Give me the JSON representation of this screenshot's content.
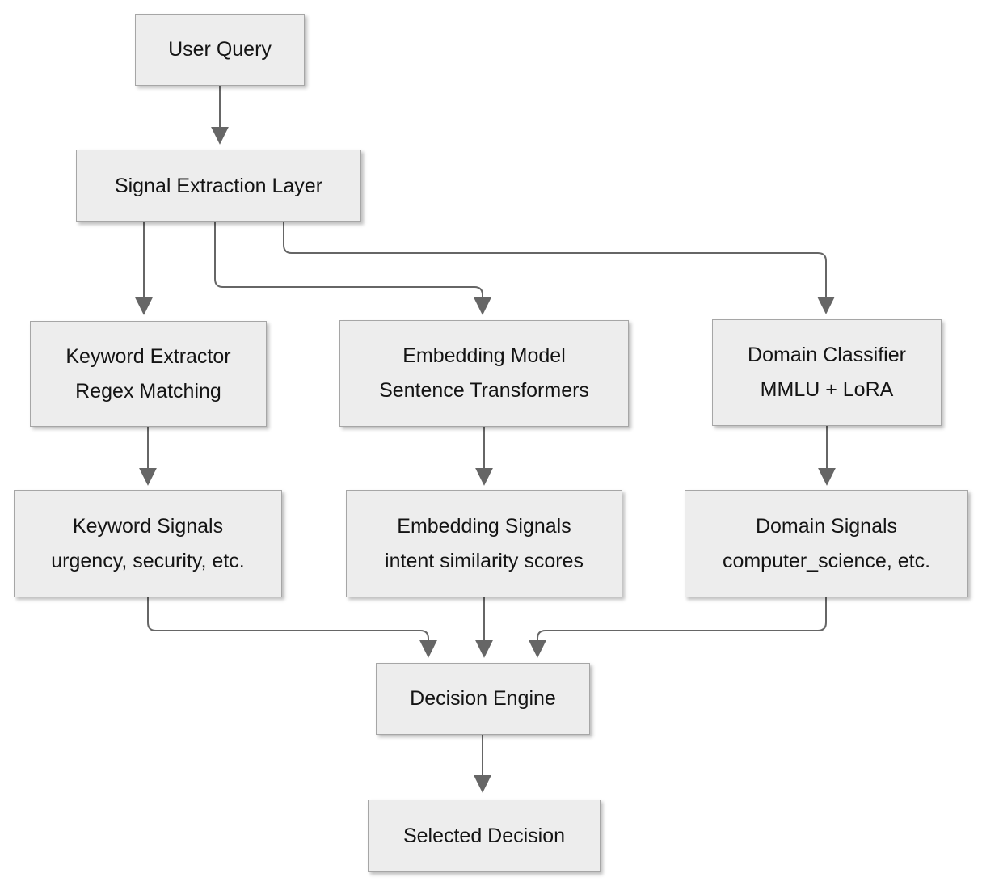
{
  "diagram": {
    "type": "flowchart",
    "direction": "top-down",
    "nodes": [
      {
        "id": "user-query",
        "title": "User Query",
        "subtitle": ""
      },
      {
        "id": "signal-extraction-layer",
        "title": "Signal Extraction Layer",
        "subtitle": ""
      },
      {
        "id": "keyword-extractor",
        "title": "Keyword Extractor",
        "subtitle": "Regex Matching"
      },
      {
        "id": "embedding-model",
        "title": "Embedding Model",
        "subtitle": "Sentence Transformers"
      },
      {
        "id": "domain-classifier",
        "title": "Domain Classifier",
        "subtitle": "MMLU + LoRA"
      },
      {
        "id": "keyword-signals",
        "title": "Keyword Signals",
        "subtitle": "urgency, security, etc."
      },
      {
        "id": "embedding-signals",
        "title": "Embedding Signals",
        "subtitle": "intent similarity scores"
      },
      {
        "id": "domain-signals",
        "title": "Domain Signals",
        "subtitle": "computer_science, etc."
      },
      {
        "id": "decision-engine",
        "title": "Decision Engine",
        "subtitle": ""
      },
      {
        "id": "selected-decision",
        "title": "Selected Decision",
        "subtitle": ""
      }
    ],
    "edges": [
      {
        "from": "User Query",
        "to": "Signal Extraction Layer"
      },
      {
        "from": "Signal Extraction Layer",
        "to": "Keyword Extractor"
      },
      {
        "from": "Signal Extraction Layer",
        "to": "Embedding Model"
      },
      {
        "from": "Signal Extraction Layer",
        "to": "Domain Classifier"
      },
      {
        "from": "Keyword Extractor",
        "to": "Keyword Signals"
      },
      {
        "from": "Embedding Model",
        "to": "Embedding Signals"
      },
      {
        "from": "Domain Classifier",
        "to": "Domain Signals"
      },
      {
        "from": "Keyword Signals",
        "to": "Decision Engine"
      },
      {
        "from": "Embedding Signals",
        "to": "Decision Engine"
      },
      {
        "from": "Domain Signals",
        "to": "Decision Engine"
      },
      {
        "from": "Decision Engine",
        "to": "Selected Decision"
      }
    ],
    "colors": {
      "node_fill": "#ededed",
      "node_border": "#a6a6a6",
      "edge": "#666666",
      "text": "#141414",
      "background": "#ffffff"
    }
  }
}
